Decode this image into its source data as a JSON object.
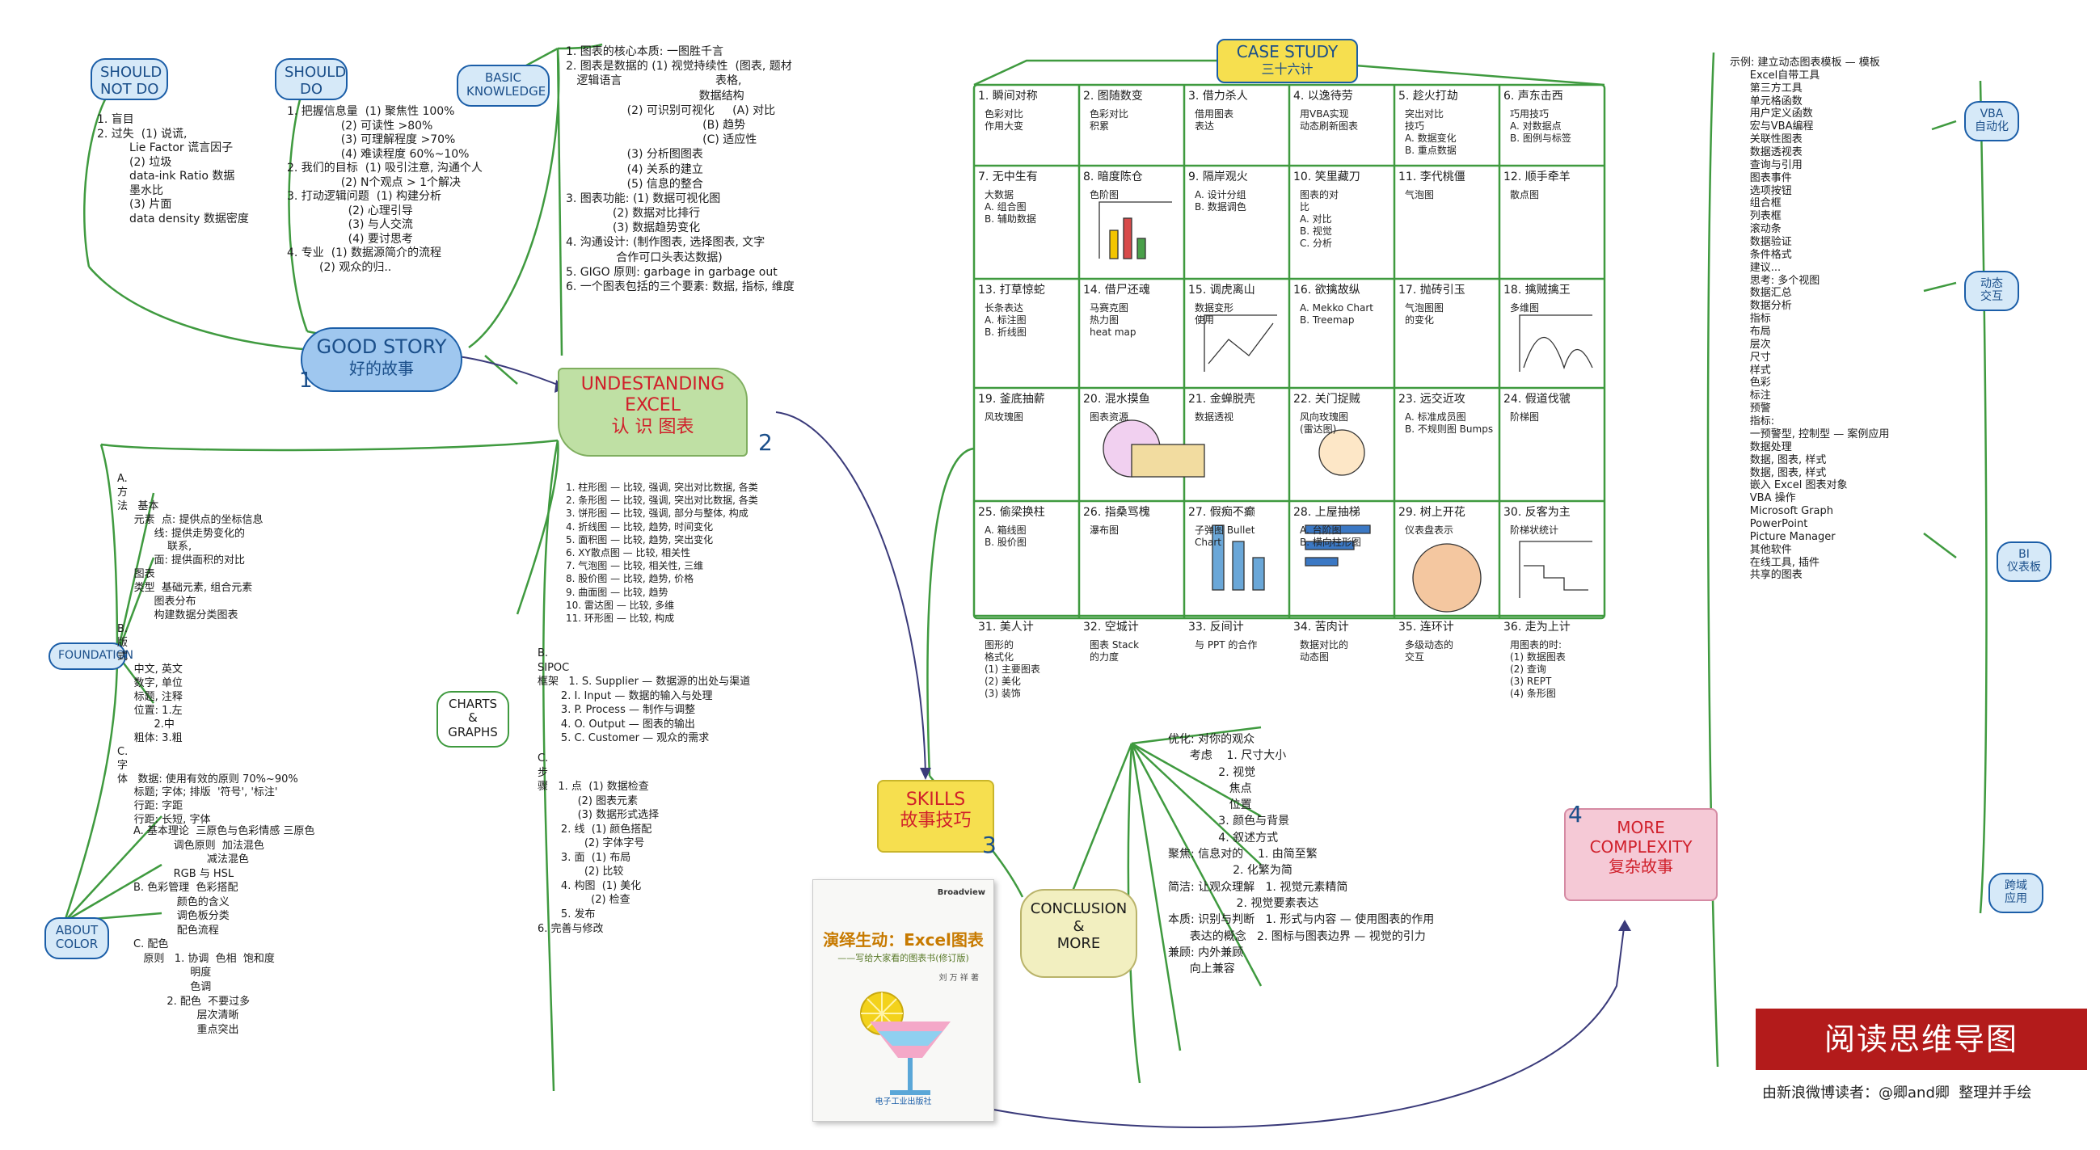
{
  "good_story": {
    "title": "GOOD STORY",
    "subtitle": "好的故事",
    "number": "1"
  },
  "understanding": {
    "title": "UNDESTANDING\nEXCEL",
    "subtitle": "认 识 图表",
    "number": "2"
  },
  "skills": {
    "title": "SKILLS",
    "subtitle": "故事技巧",
    "number": "3"
  },
  "more_complexity": {
    "title": "MORE\nCOMPLEXITY",
    "subtitle": "复杂故事",
    "number": "4"
  },
  "case_study": {
    "title": "CASE STUDY",
    "subtitle": "三十六计"
  },
  "conclusion": {
    "title": "CONCLUSION\n&\nMORE"
  },
  "bubbles": {
    "should_not_do": "SHOULD\nNOT DO",
    "should_do": "SHOULD\nDO",
    "basic_knowledge": "BASIC\nKNOWLEDGE",
    "foundation": "FOUNDATION",
    "charts_graphs": "CHARTS\n&\nGRAPHS",
    "about_color": "ABOUT\nCOLOR",
    "vba": "VBA\n自动化",
    "dynamic": "动态\n交互",
    "bi": "BI\n仪表板",
    "cross_app": "跨域\n应用"
  },
  "should_not_do_items": "1. 盲目\n2. 过失  (1) 说谎,\n         Lie Factor 谎言因子\n         (2) 垃圾\n         data-ink Ratio 数据\n         墨水比\n         (3) 片面\n         data density 数据密度",
  "should_do_items": "1. 把握信息量  (1) 聚焦性 100%\n               (2) 可读性 >80%\n               (3) 可理解程度 >70%\n               (4) 难读程度 60%~10%\n2. 我们的目标  (1) 吸引注意, 沟通个人\n               (2) N个观点 > 1个解决\n3. 打动逻辑问题  (1) 构建分析\n                 (2) 心理引导\n                 (3) 与人交流\n                 (4) 要讨思考\n4. 专业  (1) 数据源简介的流程\n         (2) 观众的归..",
  "basic_knowledge_items": "1. 图表的核心本质: 一图胜千言\n2. 图表是数据的 (1) 视觉持续性  (图表, 题材\n   逻辑语言                          表格,\n                                     数据结构\n                 (2) 可识别可视化     (A) 对比\n                                      (B) 趋势\n                                      (C) 适应性\n                 (3) 分析图图表\n                 (4) 关系的建立\n                 (5) 信息的整合\n3. 图表功能: (1) 数据可视化图\n             (2) 数据对比排行\n             (3) 数据趋势变化\n4. 沟通设计: (制作图表, 选择图表, 文字\n              合作可口头表达数据)\n5. GIGO 原则: garbage in garbage out\n6. 一个图表包括的三个要素: 数据, 指标, 维度",
  "foundation_items": "A.\n方\n法   基本\n     元素  点: 提供点的坐标信息\n           线: 提供走势变化的\n               联系,\n           面: 提供面积的对比\n     图表\n     类型  基础元素, 组合元素\n           图表分布\n           构建数据分类图表\nB.\n版\n式\n     中文, 英文\n     数字, 单位\n     标题, 注释\n     位置: 1.左\n           2.中\n     粗体: 3.粗\nC.\n字\n体   数据: 使用有效的原则 70%~90%\n     标题; 字体; 排版  '符号', '标注'\n     行距: 字距\n     行距: 长短, 字体",
  "about_color_items": "A. 基本理论  三原色与色彩情感 三原色\n            调色原则  加法混色\n                      减法混色\n            RGB 与 HSL\nB. 色彩管理  色彩搭配\n             颜色的含义\n             调色板分类\n             配色流程\nC. 配色\n   原则   1. 协调  色相  饱和度\n                 明度\n                 色调\n          2. 配色  不要过多\n                   层次清晰\n                   重点突出",
  "chart_list_items": "1. 柱形图 — 比较, 强调, 突出对比数据, 各类\n2. 条形图 — 比较, 强调, 突出对比数据, 各类\n3. 饼形图 — 比较, 强调, 部分与整体, 构成\n4. 折线图 — 比较, 趋势, 时间变化\n5. 面积图 — 比较, 趋势, 突出变化\n6. XY散点图 — 比较, 相关性\n7. 气泡图 — 比较, 相关性, 三维\n8. 股价图 — 比较, 趋势, 价格\n9. 曲面图 — 比较, 趋势\n10. 雷达图 — 比较, 多维\n11. 环形图 — 比较, 构成",
  "sipoc_items": "B.\nSIPOC\n框架   1. S. Supplier — 数据源的出处与渠道\n       2. I. Input — 数据的输入与处理\n       3. P. Process — 制作与调整\n       4. O. Output — 图表的输出\n       5. C. Customer — 观众的需求",
  "steps_items": "C.\n步\n骤   1. 点  (1) 数据检查\n            (2) 图表元素\n            (3) 数据形式选择\n       2. 线  (1) 颜色搭配\n              (2) 字体字号\n       3. 面  (1) 布局\n              (2) 比较\n       4. 构图  (1) 美化\n                (2) 检查\n       5. 发布\n6. 完善与修改",
  "skills_list": "优化: 对你的观众\n      考虑    1. 尺寸大小\n              2. 视觉\n                 焦点\n                 位置\n              3. 颜色与背景\n              4. 叙述方式\n聚焦: 信息对的    1. 由简至繁\n                  2. 化繁为简\n简洁: 让观众理解   1. 视觉元素精简\n                   2. 视觉要素表达\n本质: 识别与判断   1. 形式与内容 — 使用图表的作用\n      表达的概念   2. 图标与图表边界 — 视觉的引力\n兼顾: 内外兼顾\n      向上兼容",
  "right_list_items": "示例: 建立动态图表模板 — 模板\n      Excel自带工具\n      第三方工具\n      单元格函数\n      用户定义函数\n      宏与VBA编程\n      关联性图表\n      数据透视表\n      查询与引用\n      图表事件\n      选项按钮\n      组合框\n      列表框\n      滚动条\n      数据验证\n      条件格式\n      建议...\n      思考: 多个视图\n      数据汇总\n      数据分析\n      指标\n      布局\n      层次\n      尺寸\n      样式\n      色彩\n      标注\n      预警\n      指标:\n      一预警型, 控制型 — 案例应用\n      数据处理\n      数据, 图表, 样式\n      数据, 图表, 样式\n      嵌入 Excel 图表对象\n      VBA 操作\n      Microsoft Graph\n      PowerPoint\n      Picture Manager\n      其他软件\n      在线工具, 插件\n      共享的图表",
  "case_cells": [
    {
      "t": "1. 瞬间对称",
      "c": "色彩对比\n作用大变"
    },
    {
      "t": "2. 图随数变",
      "c": "色彩对比\n积累"
    },
    {
      "t": "3. 借力杀人",
      "c": "借用图表\n表达"
    },
    {
      "t": "4. 以逸待劳",
      "c": "用VBA实现\n动态刷新图表"
    },
    {
      "t": "5. 趁火打劫",
      "c": "突出对比\n技巧\nA. 数据变化\nB. 重点数据"
    },
    {
      "t": "6. 声东击西",
      "c": "巧用技巧\nA. 对数据点\nB. 图例与标签"
    },
    {
      "t": "7. 无中生有",
      "c": "大数据\nA. 组合图\nB. 辅助数据"
    },
    {
      "t": "8. 暗度陈仓",
      "c": "色阶图"
    },
    {
      "t": "9. 隔岸观火",
      "c": "A. 设计分组\nB. 数据调色"
    },
    {
      "t": "10. 笑里藏刀",
      "c": "图表的对\n比\nA. 对比\nB. 视觉\nC. 分析"
    },
    {
      "t": "11. 李代桃僵",
      "c": "气泡图"
    },
    {
      "t": "12. 顺手牵羊",
      "c": "散点图"
    },
    {
      "t": "13. 打草惊蛇",
      "c": "长条表达\nA. 标注图\nB. 折线图"
    },
    {
      "t": "14. 借尸还魂",
      "c": "马赛克图\n热力图\nheat map"
    },
    {
      "t": "15. 调虎离山",
      "c": "数据变形\n使用"
    },
    {
      "t": "16. 欲擒故纵",
      "c": "A. Mekko Chart\nB. Treemap"
    },
    {
      "t": "17. 抛砖引玉",
      "c": "气泡图图\n的变化"
    },
    {
      "t": "18. 擒贼擒王",
      "c": "多维图"
    },
    {
      "t": "19. 釜底抽薪",
      "c": "风玫瑰图"
    },
    {
      "t": "20. 混水摸鱼",
      "c": "图表资源"
    },
    {
      "t": "21. 金蝉脱壳",
      "c": "数据透视"
    },
    {
      "t": "22. 关门捉贼",
      "c": "风向玫瑰图\n(雷达图)"
    },
    {
      "t": "23. 远交近攻",
      "c": "A. 标准成员图\nB. 不规则图 Bumps"
    },
    {
      "t": "24. 假道伐虢",
      "c": "阶梯图"
    },
    {
      "t": "25. 偷梁换柱",
      "c": "A. 箱线图\nB. 股价图"
    },
    {
      "t": "26. 指桑骂槐",
      "c": "瀑布图"
    },
    {
      "t": "27. 假痴不癫",
      "c": "子弹图 Bullet\nChart"
    },
    {
      "t": "28. 上屋抽梯",
      "c": "A. 台阶图\nB. 横向柱形图"
    },
    {
      "t": "29. 树上开花",
      "c": "仪表盘表示"
    },
    {
      "t": "30. 反客为主",
      "c": "阶梯状统计"
    },
    {
      "t": "31. 美人计",
      "c": "图形的\n格式化\n(1) 主要图表\n(2) 美化\n(3) 装饰"
    },
    {
      "t": "32. 空城计",
      "c": "图表 Stack\n的力度"
    },
    {
      "t": "33. 反间计",
      "c": "与 PPT 的合作"
    },
    {
      "t": "34. 苦肉计",
      "c": "数据对比的\n动态图"
    },
    {
      "t": "35. 连环计",
      "c": "多级动态的\n交互"
    },
    {
      "t": "36. 走为上计",
      "c": "用图表的时:\n(1) 数据图表\n(2) 查询\n(3) REPT\n(4) 条形图"
    }
  ],
  "book": {
    "brand": "Broadview",
    "title": "演绎生动：Excel图表",
    "subtitle": "——写给大家看的图表书(修订版)",
    "author": "刘 万 祥  著",
    "publisher": "电子工业出版社"
  },
  "banner": "阅读思维导图",
  "credit": "由新浪微博读者：@卿and卿  整理并手绘",
  "colors": {
    "wire": "#3f9a3f",
    "bubble_fill": "#d6e9f8",
    "bubble_border": "#1b5ea8",
    "good_story_fill": "#9fc7ef",
    "understanding_fill": "#bfe0a4",
    "understanding_text": "#d01f2a",
    "skills_fill": "#f6df4f",
    "conclusion_fill": "#f2efc0",
    "complexity_fill": "#f5c9d6",
    "banner": "#b31b1b"
  }
}
